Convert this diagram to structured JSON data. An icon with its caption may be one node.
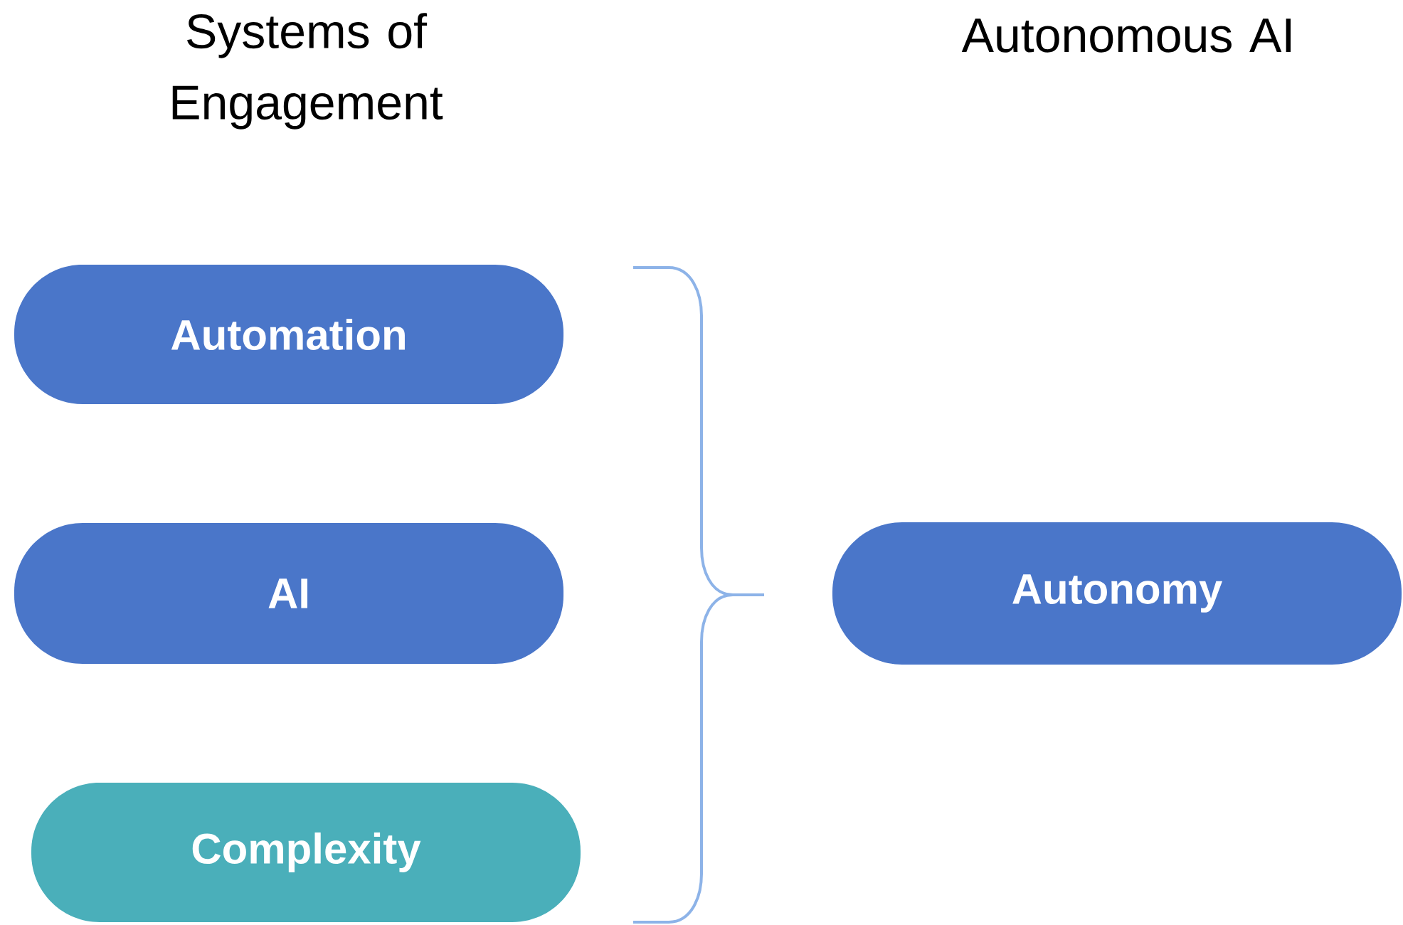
{
  "diagram": {
    "nodes": [
      {
        "text": [
          "Automation"
        ]
      },
      {
        "text": [
          "AI"
        ]
      },
      {
        "text": [
          "Complexity"
        ]
      },
      {
        "text": [
          "Autonomy"
        ]
      }
    ],
    "labels": [
      "Systems of Engagement",
      "Autonomous AI"
    ]
  }
}
